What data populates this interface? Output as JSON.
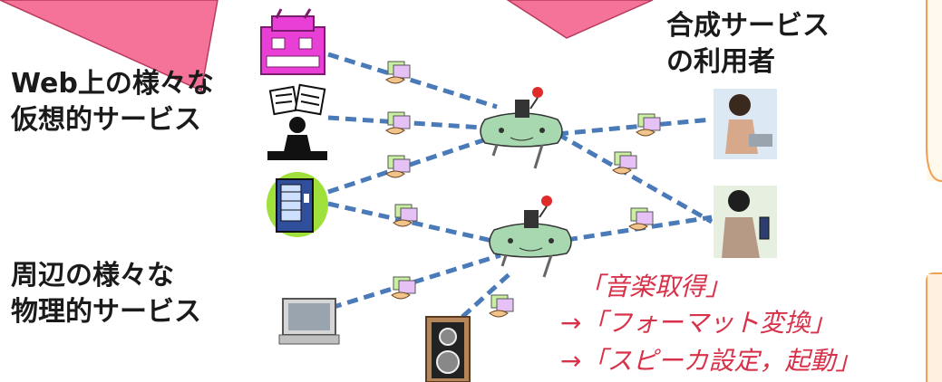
{
  "labels": {
    "web_services_line1": "Web上の様々な",
    "web_services_line2": "仮想的サービス",
    "physical_services_line1": "周辺の様々な",
    "physical_services_line2": "物理的サービス",
    "users_line1": "合成サービス",
    "users_line2": "の利用者"
  },
  "composition": {
    "step1": "「音楽取得」",
    "step2": "→「フォーマット変換」",
    "step3": "→「スピーカ設定，起動」"
  },
  "colors": {
    "callout_pink": "#f57399",
    "callout_border": "#b83b5e",
    "link_blue": "#4a7ab8",
    "agent_green": "#a8d8b0",
    "orange_frame": "#f0a050",
    "red_text": "#d8314a"
  },
  "icons": [
    "building-icon",
    "documents-icon",
    "vending-machine-icon",
    "tv-icon",
    "speaker-icon",
    "handshake-icon",
    "agent-robot-icon",
    "user-laptop-icon",
    "user-phone-icon"
  ]
}
